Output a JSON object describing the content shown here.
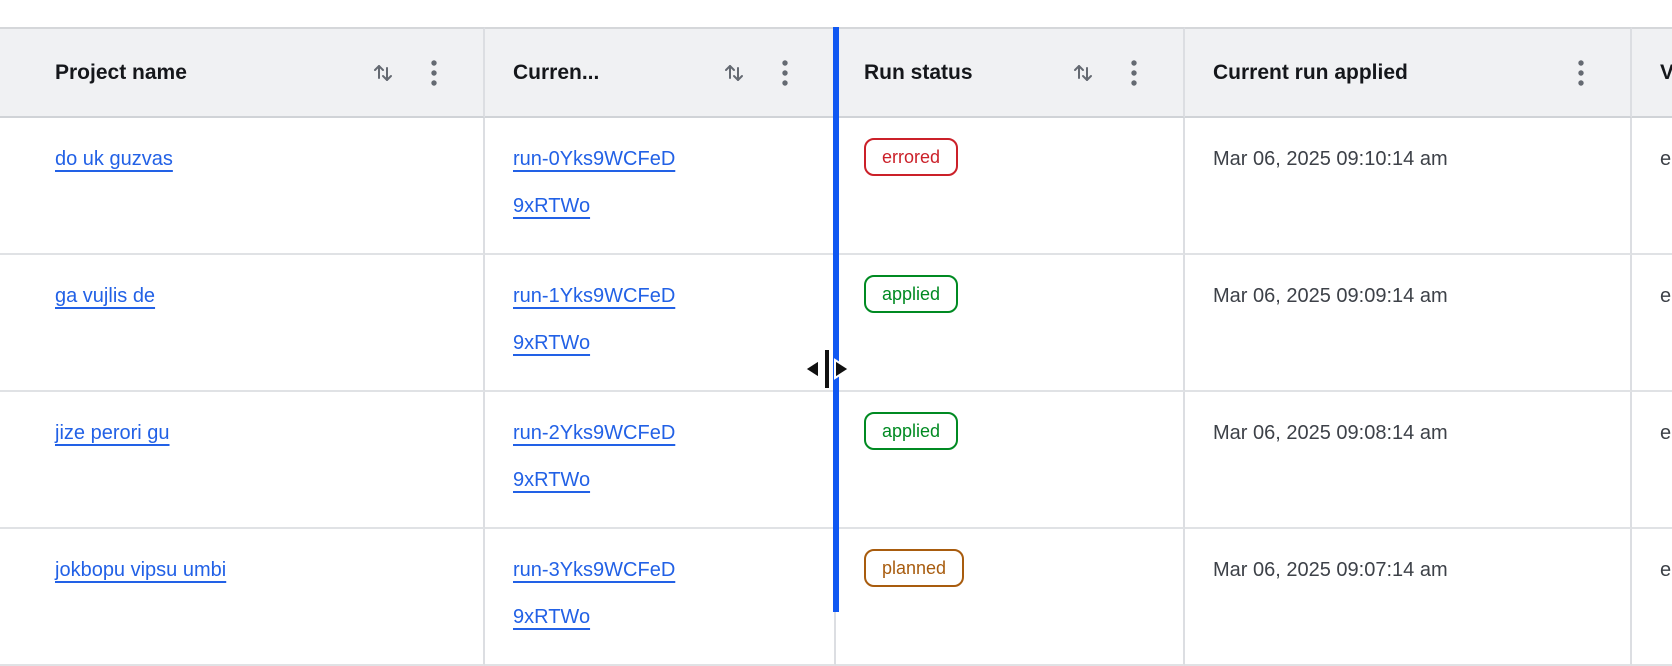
{
  "table": {
    "columns": [
      {
        "key": "edge",
        "label": ""
      },
      {
        "key": "project_name",
        "label": "Project name",
        "sortable": true,
        "has_menu": true
      },
      {
        "key": "current_run",
        "label": "Curren...",
        "sortable": true,
        "has_menu": true
      },
      {
        "key": "run_status",
        "label": "Run status",
        "sortable": true,
        "has_menu": true
      },
      {
        "key": "current_run_applied",
        "label": "Current run applied",
        "sortable": false,
        "has_menu": true
      },
      {
        "key": "clipped",
        "label": "V"
      }
    ],
    "rows": [
      {
        "project": "do uk guzvas",
        "run_lines": [
          "run-0Yks9WCFeD",
          "9xRTWo"
        ],
        "status": "errored",
        "status_variant": "critical",
        "applied": "Mar 06, 2025 09:10:14 am",
        "extra": "e"
      },
      {
        "project": "ga vujlis de",
        "run_lines": [
          "run-1Yks9WCFeD",
          "9xRTWo"
        ],
        "status": "applied",
        "status_variant": "success",
        "applied": "Mar 06, 2025 09:09:14 am",
        "extra": "e"
      },
      {
        "project": "jize perori gu",
        "run_lines": [
          "run-2Yks9WCFeD",
          "9xRTWo"
        ],
        "status": "applied",
        "status_variant": "success",
        "applied": "Mar 06, 2025 09:08:14 am",
        "extra": "e"
      },
      {
        "project": "jokbopu vipsu umbi",
        "run_lines": [
          "run-3Yks9WCFeD",
          "9xRTWo"
        ],
        "status": "planned",
        "status_variant": "warning",
        "applied": "Mar 06, 2025 09:07:14 am",
        "extra": "e"
      }
    ]
  },
  "colors": {
    "resize_line": "#1058f2",
    "link": "#2261e6",
    "header_bg": "#f0f1f3",
    "badge_critical": "#cb2029",
    "badge_success": "#008a22",
    "badge_warning": "#a85c0e"
  },
  "icons": {
    "sort": "sort-arrows-icon",
    "menu": "kebab-menu-icon",
    "cursor": "col-resize-cursor-icon"
  }
}
